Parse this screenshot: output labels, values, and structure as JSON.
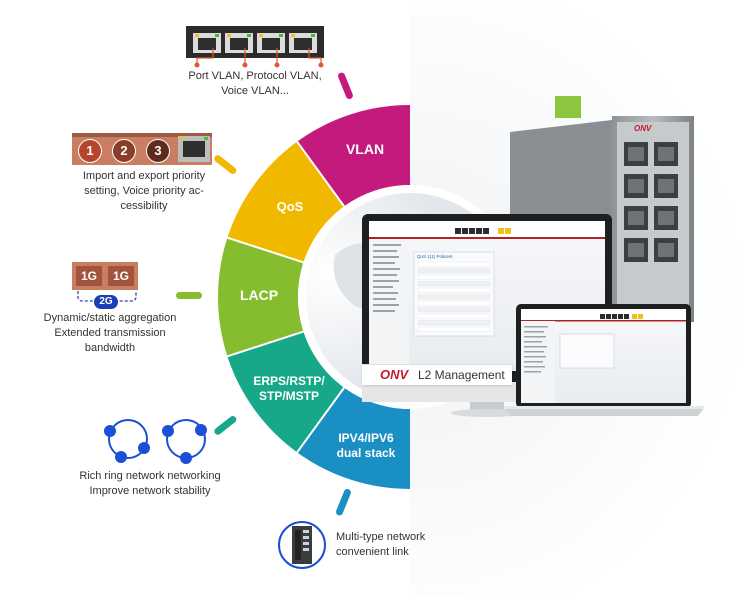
{
  "segments": [
    {
      "id": "vlan",
      "label": "VLAN",
      "color": "#c41a7e"
    },
    {
      "id": "qos",
      "label": "QoS",
      "color": "#f1b800"
    },
    {
      "id": "lacp",
      "label": "LACP",
      "color": "#86bd2e"
    },
    {
      "id": "erps",
      "label_line1": "ERPS/RSTP/",
      "label_line2": "STP/MSTP",
      "color": "#17a88a"
    },
    {
      "id": "ipv",
      "label_line1": "IPV4/IPV6",
      "label_line2": "dual stack",
      "color": "#1a8fc4"
    }
  ],
  "callouts": {
    "vlan": {
      "line1": "Port VLAN, Protocol VLAN,",
      "line2": "Voice VLAN..."
    },
    "qos": {
      "line1": "Import and export priority",
      "line2": "setting, Voice priority ac-",
      "line3": "cessibility",
      "badges": [
        "1",
        "2",
        "3"
      ]
    },
    "lacp": {
      "line1": "Dynamic/static aggregation",
      "line2": "Extended transmission",
      "line3": "bandwidth",
      "port_labels": [
        "1G",
        "1G"
      ],
      "aggregate_label": "2G"
    },
    "ring": {
      "line1": "Rich ring network networking",
      "line2": "Improve network stability"
    },
    "link": {
      "line1": "Multi-type network",
      "line2": "convenient link"
    }
  },
  "center_banner": {
    "brand": "ONV",
    "text": "L2 Management"
  },
  "monitor_screen": {
    "panel_title": "QoS 1(1) Policers"
  },
  "device_brand": "ONV"
}
